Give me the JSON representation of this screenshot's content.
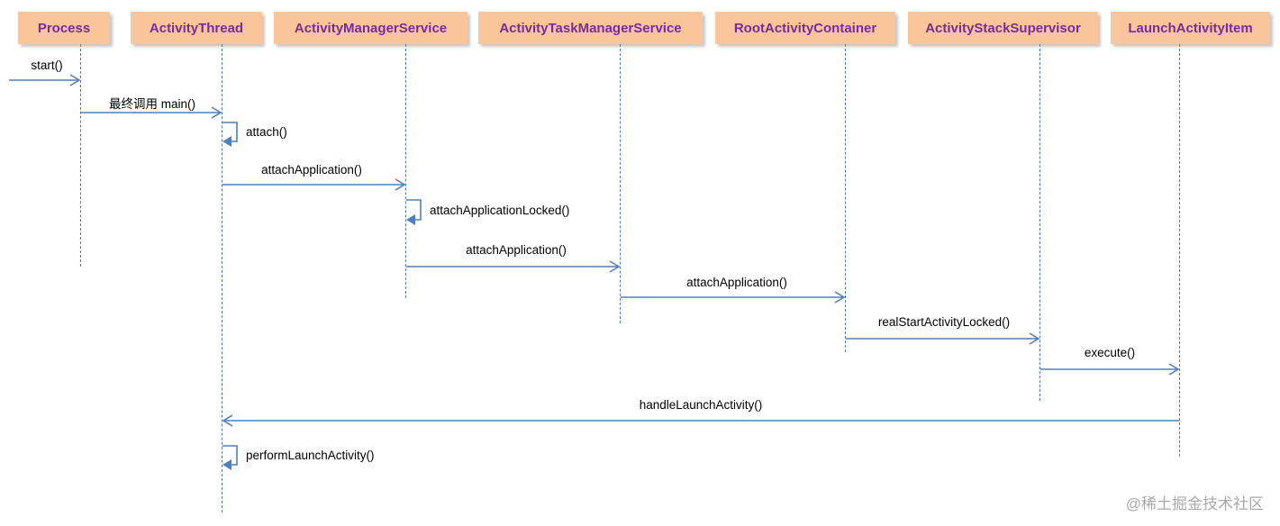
{
  "participants": {
    "process": "Process",
    "activity_thread": "ActivityThread",
    "ams": "ActivityManagerService",
    "atms": "ActivityTaskManagerService",
    "rac": "RootActivityContainer",
    "ass": "ActivityStackSupervisor",
    "lai": "LaunchActivityItem"
  },
  "messages": {
    "start": "start()",
    "main": "最终调用 main()",
    "attach": "attach()",
    "attach_app_1": "attachApplication()",
    "attach_app_locked": "attachApplicationLocked()",
    "attach_app_2": "attachApplication()",
    "attach_app_3": "attachApplication()",
    "real_start": "realStartActivityLocked()",
    "execute": "execute()",
    "handle_launch": "handleLaunchActivity()",
    "perform_launch": "performLaunchActivity()"
  },
  "watermark": "@稀土掘金技术社区",
  "colors": {
    "participant_fill": "#fbc59b",
    "participant_text": "#7b2a9c",
    "lifeline": "#4f7fbf",
    "arrow": "#4f7fbf"
  }
}
